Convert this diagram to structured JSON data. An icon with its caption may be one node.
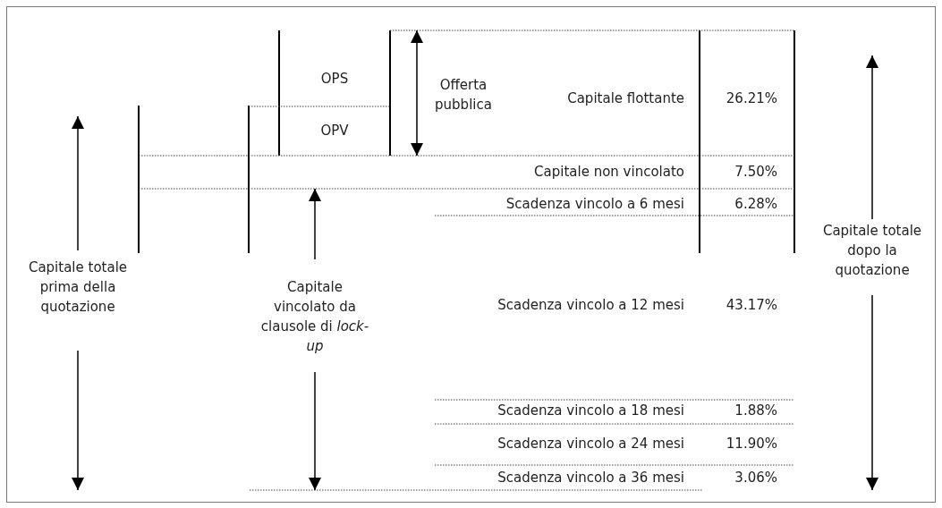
{
  "diagram": {
    "labels": [
      "OPS",
      "Offerta pubblica",
      "Capitale flottante",
      "26.21%",
      "OPV",
      "Capitale non vincolato",
      "7.50%",
      "Scadenza vincolo a 6 mesi",
      "6.28%",
      "Capitale totale dopo la quotazione",
      "Capitale totale prima della quotazione",
      "Capitale vincolato da clausole di *lock-up*",
      "Scadenza vincolo a 12 mesi",
      "43.17%",
      "Scadenza vincolo a 18 mesi",
      "1.88%",
      "Scadenza vincolo a 24 mesi",
      "11.90%",
      "Scadenza vincolo a 36 mesi",
      "3.06%"
    ]
  }
}
